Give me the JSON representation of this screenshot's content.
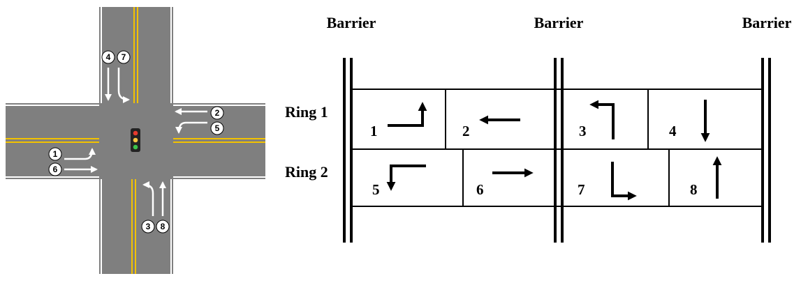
{
  "barrier_labels": [
    "Barrier",
    "Barrier",
    "Barrier"
  ],
  "ring_labels": [
    "Ring 1",
    "Ring 2"
  ],
  "colors": {
    "road": "#7f7f7f",
    "center_line": "#f2c200",
    "edge_line": "#ffffff",
    "ink": "#000000",
    "signal_body": "#222222",
    "signal_red": "#e63b2e",
    "signal_yellow": "#f5c542",
    "signal_green": "#3cc34a"
  },
  "intersection": {
    "approaches": {
      "north": {
        "phases": [
          "4",
          "7"
        ],
        "movements": [
          "through",
          "left-turn"
        ]
      },
      "east": {
        "phases": [
          "2",
          "5"
        ],
        "movements": [
          "through",
          "left-turn"
        ]
      },
      "west": {
        "phases": [
          "1",
          "6"
        ],
        "movements": [
          "left-turn",
          "through"
        ]
      },
      "south": {
        "phases": [
          "3",
          "8"
        ],
        "movements": [
          "left-turn",
          "through"
        ]
      }
    },
    "signal_icon": "traffic-light-icon"
  },
  "ring_diagram": {
    "ring1": [
      {
        "phase": "1",
        "arrow": "arrow-right-then-up-icon"
      },
      {
        "phase": "2",
        "arrow": "arrow-left-icon"
      },
      {
        "phase": "3",
        "arrow": "arrow-down-then-left-icon"
      },
      {
        "phase": "4",
        "arrow": "arrow-down-icon"
      }
    ],
    "ring2": [
      {
        "phase": "5",
        "arrow": "arrow-left-then-down-icon"
      },
      {
        "phase": "6",
        "arrow": "arrow-right-icon"
      },
      {
        "phase": "7",
        "arrow": "arrow-down-then-right-icon"
      },
      {
        "phase": "8",
        "arrow": "arrow-up-icon"
      }
    ]
  }
}
